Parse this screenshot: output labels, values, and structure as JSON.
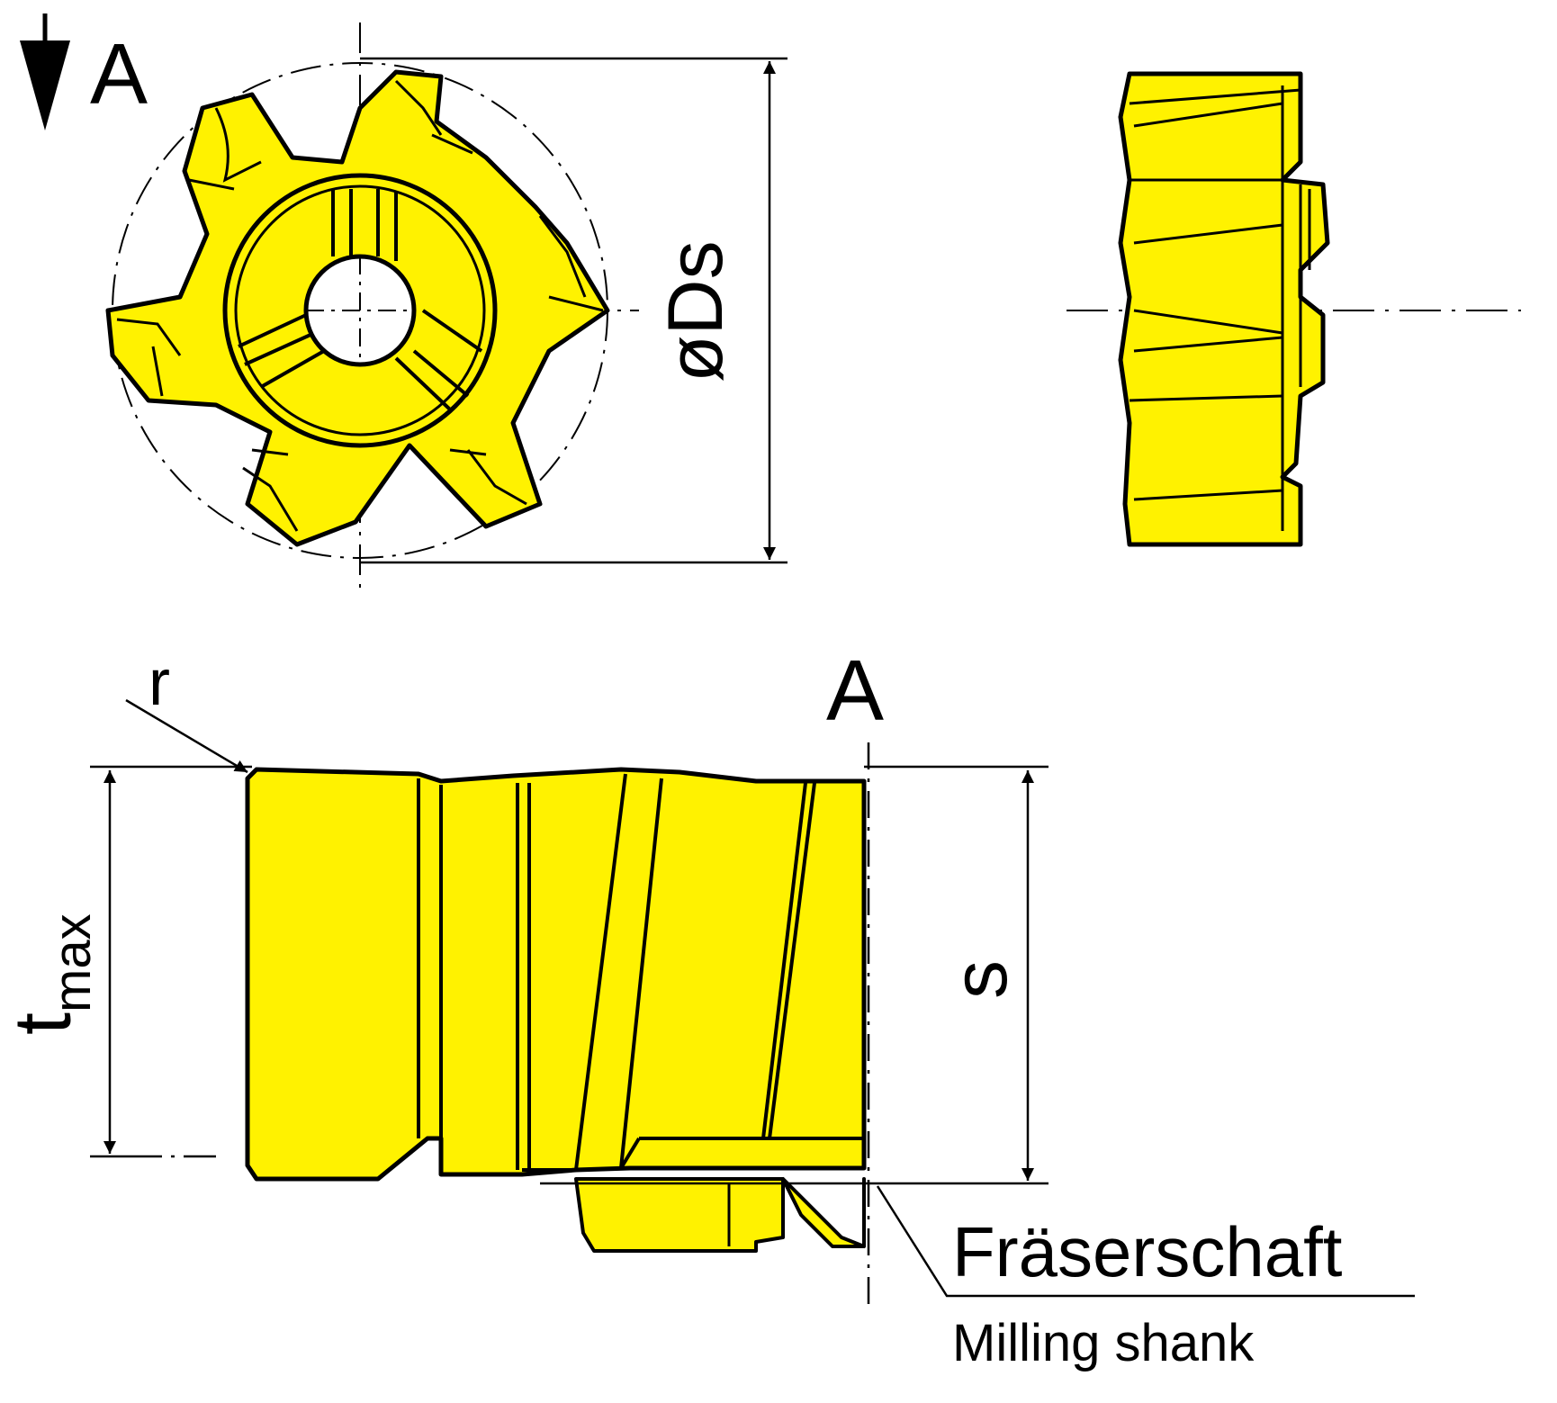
{
  "colors": {
    "fill": "#fff200",
    "stroke": "#000000"
  },
  "labels": {
    "view_a_top": "A",
    "view_a_side": "A",
    "diameter": "øDs",
    "radius": "r",
    "tmax_base": "t",
    "tmax_sub": "max",
    "s": "s",
    "shank_de": "Fräserschaft",
    "shank_en": "Milling shank"
  }
}
